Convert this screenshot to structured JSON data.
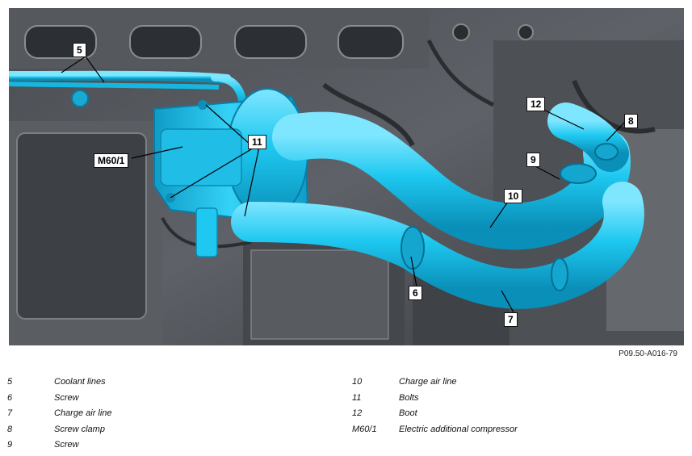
{
  "figure_ref": "P09.50-A016-79",
  "callouts": {
    "c5": "5",
    "c11": "11",
    "cM60": "M60/1",
    "c12": "12",
    "c8": "8",
    "c9": "9",
    "c10": "10",
    "c6": "6",
    "c7": "7"
  },
  "legend": {
    "left": [
      {
        "num": "5",
        "text": "Coolant lines"
      },
      {
        "num": "6",
        "text": "Screw"
      },
      {
        "num": "7",
        "text": "Charge air line"
      },
      {
        "num": "8",
        "text": "Screw clamp"
      },
      {
        "num": "9",
        "text": "Screw"
      }
    ],
    "right": [
      {
        "num": "10",
        "text": "Charge air line"
      },
      {
        "num": "11",
        "text": "Bolts"
      },
      {
        "num": "12",
        "text": "Boot"
      },
      {
        "num": "M60/1",
        "text": "Electric additional compressor"
      }
    ]
  },
  "colors": {
    "highlight": "#1ec8f0",
    "engine_dark": "#3e4247",
    "engine_mid": "#6a6f75",
    "engine_light": "#9ea3a8"
  }
}
